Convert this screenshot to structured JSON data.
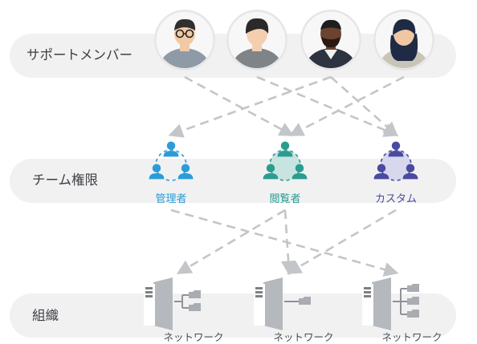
{
  "rows": {
    "members_label": "サポートメンバー",
    "roles_label": "チーム権限",
    "org_label": "組織"
  },
  "members": [
    {
      "icon": "avatar-man-glasses-icon",
      "skin": "#f2c9a5",
      "hair": "#2f2f2f",
      "shirt": "#8e9aa6"
    },
    {
      "icon": "avatar-man-dark-hair-icon",
      "skin": "#f3cfb0",
      "hair": "#2a2a2a",
      "shirt": "#7f8489"
    },
    {
      "icon": "avatar-man-beard-icon",
      "skin": "#6b4430",
      "hair": "#1e1e1e",
      "shirt": "#2e3340"
    },
    {
      "icon": "avatar-woman-long-hair-icon",
      "skin": "#f0c6a3",
      "hair": "#1f2a44",
      "shirt": "#c9c4b8"
    }
  ],
  "roles": [
    {
      "label": "管理者",
      "color": "#2b9cd8",
      "bg": "none",
      "icon": "team-admin-icon"
    },
    {
      "label": "閲覧者",
      "color": "#2a9d8f",
      "bg": "#c8e4e0",
      "icon": "team-viewer-icon"
    },
    {
      "label": "カスタム",
      "color": "#4a4aa0",
      "bg": "#d7d7ee",
      "icon": "team-custom-icon"
    }
  ],
  "networks": [
    {
      "label": "ネットワーク",
      "branches": 2,
      "icon": "network-server-icon"
    },
    {
      "label": "ネットワーク",
      "branches": 1,
      "icon": "network-server-icon"
    },
    {
      "label": "ネットワーク",
      "branches": 3,
      "icon": "network-server-icon"
    }
  ],
  "member_to_role": [
    [
      0,
      1
    ],
    [
      1,
      2
    ],
    [
      2,
      0
    ],
    [
      2,
      2
    ],
    [
      3,
      1
    ]
  ],
  "role_to_network": [
    [
      0,
      2
    ],
    [
      1,
      0
    ],
    [
      1,
      1
    ],
    [
      2,
      1
    ]
  ],
  "colors": {
    "arrow": "#c3c5c8",
    "band": "#f1f1f2",
    "server": "#b5b9be",
    "text": "#3d3f43"
  }
}
